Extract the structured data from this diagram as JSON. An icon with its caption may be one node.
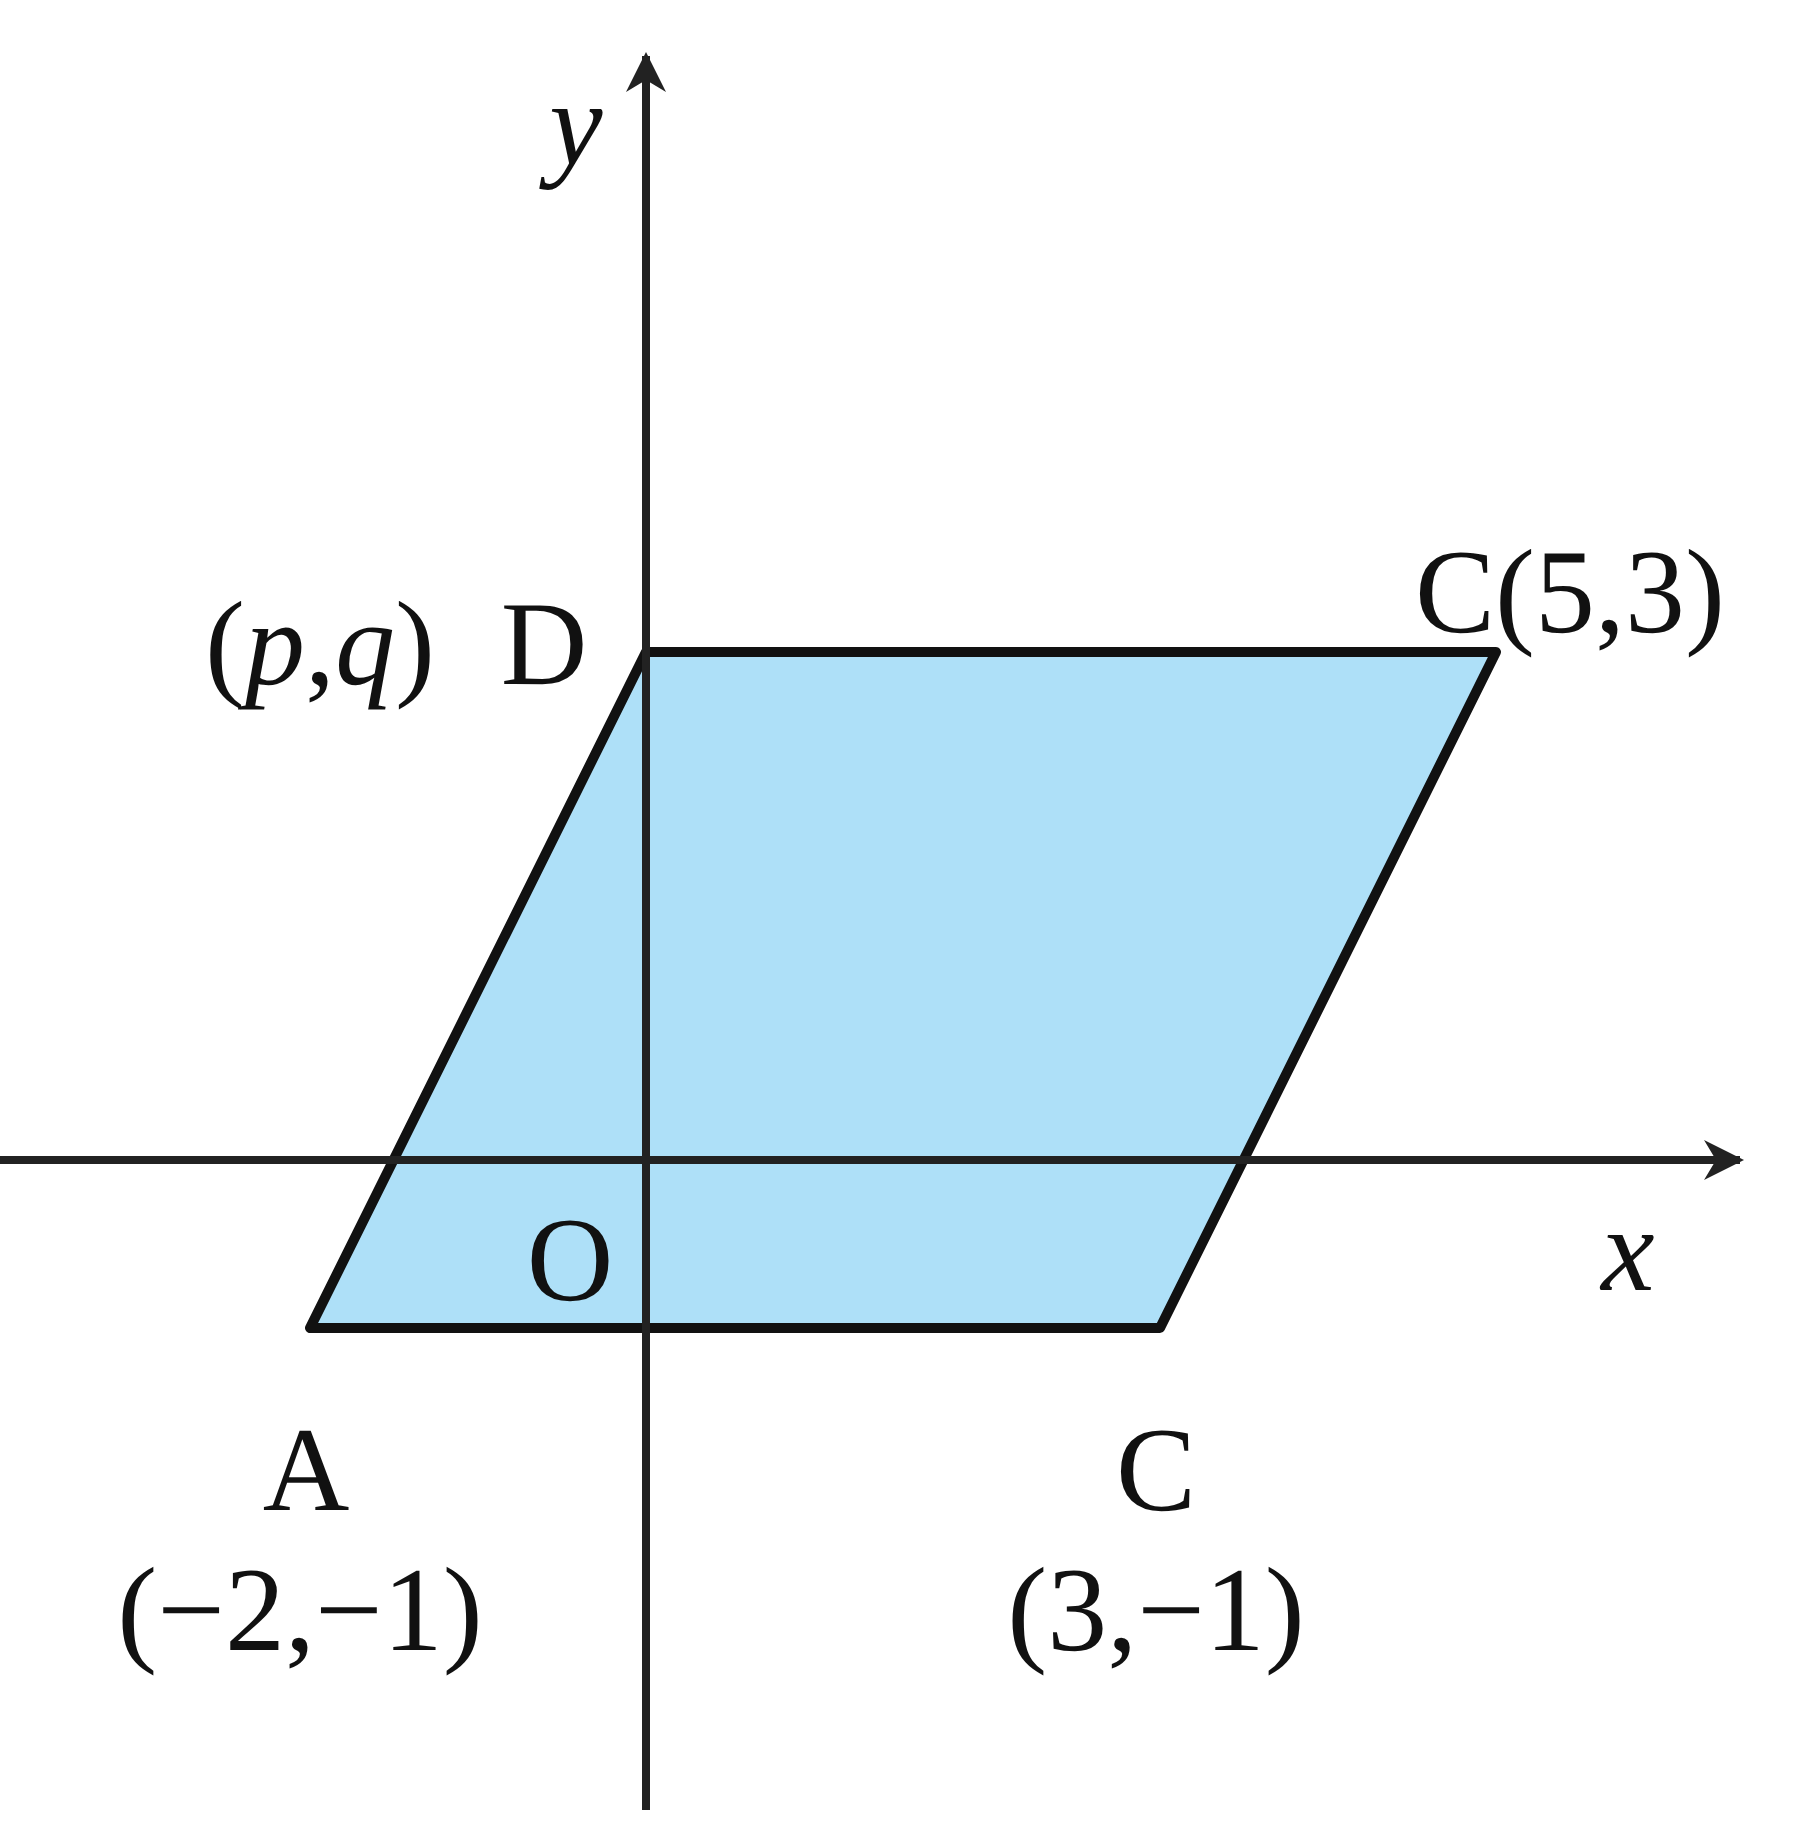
{
  "diagram": {
    "labels": [
      "y",
      "(*p*,*q*)",
      "D",
      "C(5,3)",
      "O",
      "x",
      "A",
      "C",
      "(−2,−1)",
      "(3,−1)"
    ]
  }
}
